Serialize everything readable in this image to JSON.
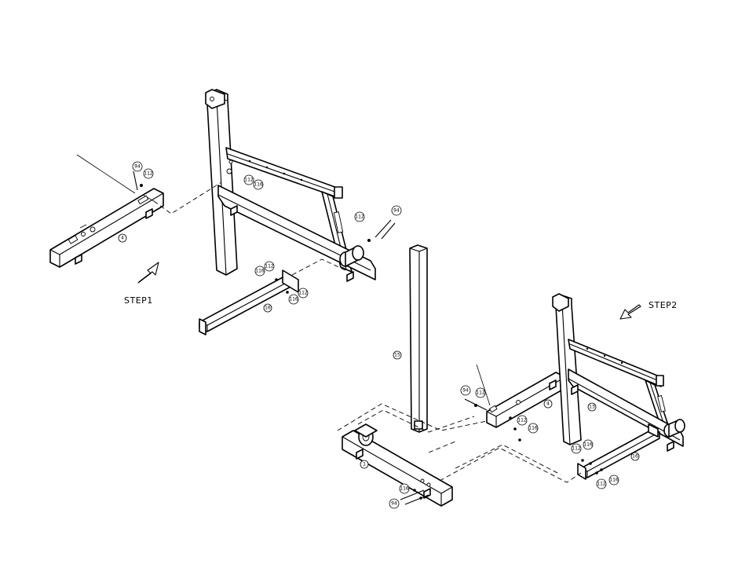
{
  "steps": {
    "step1": "STEP1",
    "step2": "STEP2"
  },
  "callouts": {
    "s1_bolt_top": "94",
    "s1_washer_top": "112",
    "s1_washer_upright_a": "112",
    "s1_washer_upright_b": "116",
    "s1_part_rail": "4",
    "s1_washer_right": "112",
    "s1_bolt_right": "94",
    "s1_washer_base_a": "116",
    "s1_washer_base_b": "112",
    "s1_washer_base_c": "116",
    "s1_washer_base_d": "112",
    "s1_part_crossbar": "16",
    "s2_part_post": "15",
    "s2_bolt_left": "94",
    "s2_washer_left": "112",
    "s2_part_rail": "4",
    "s2_part_frame": "13",
    "s2_washer_mid_a": "112",
    "s2_washer_mid_b": "116",
    "s2_part_base": "1",
    "s2_washer_base_a": "112",
    "s2_washer_base_b": "116",
    "s2_part_crossbar": "16",
    "s2_washer_base_c": "116",
    "s2_washer_base_d": "112",
    "s2_washer_bottom": "116",
    "s2_bolt_bottom": "94"
  },
  "icons": {
    "step1_arrow": "hollow-arrow-up-right-icon",
    "step2_arrow": "hollow-arrow-down-left-icon"
  }
}
